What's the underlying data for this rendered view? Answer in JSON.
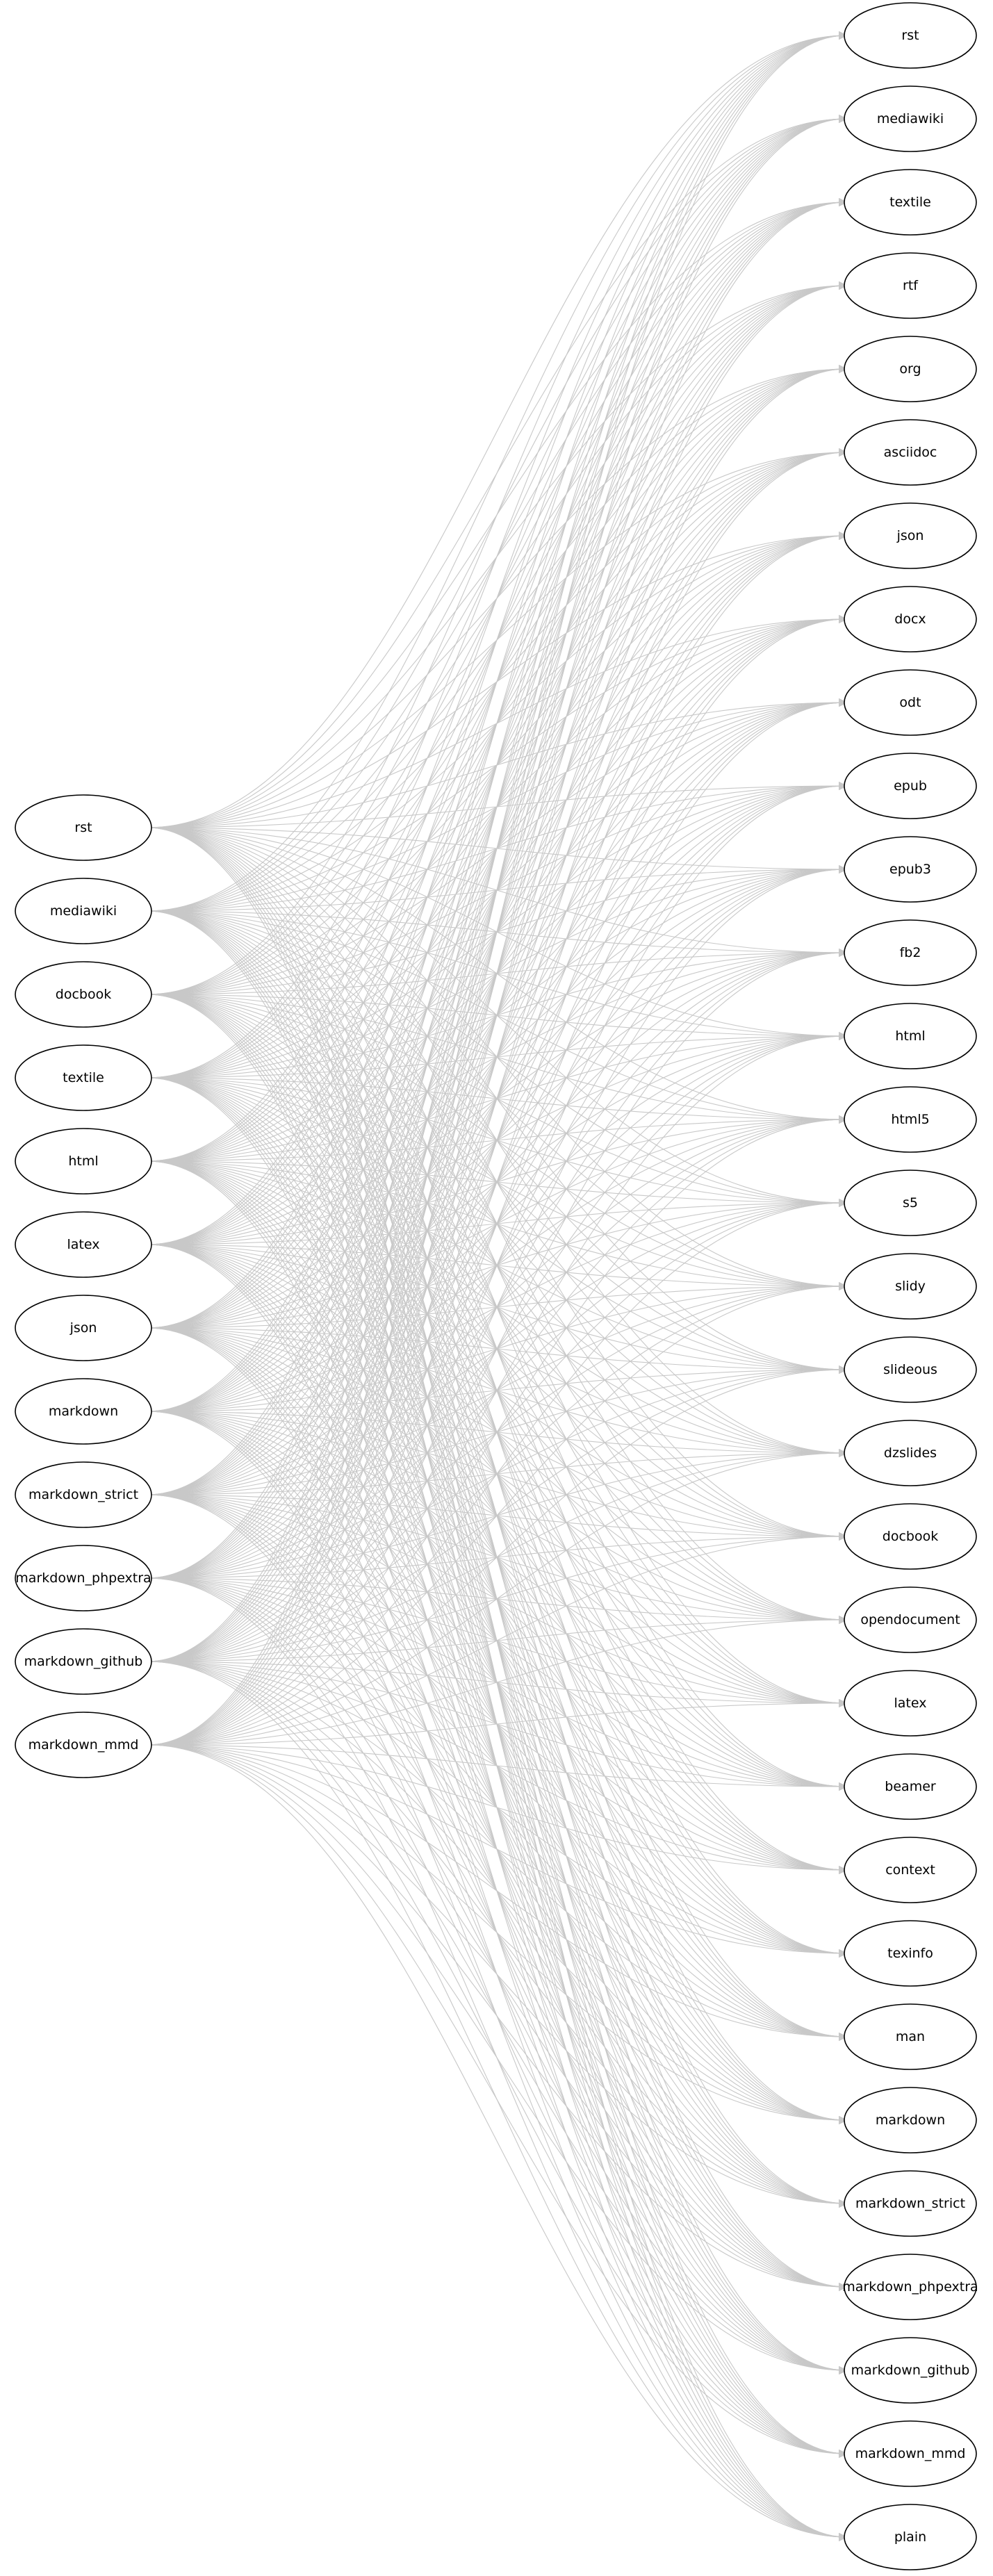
{
  "graph": {
    "edge_color": "#c8c8c8",
    "node_border_color": "#000000",
    "inputs": [
      "rst",
      "mediawiki",
      "docbook",
      "textile",
      "html",
      "latex",
      "json",
      "markdown",
      "markdown_strict",
      "markdown_phpextra",
      "markdown_github",
      "markdown_mmd"
    ],
    "outputs": [
      "rst",
      "mediawiki",
      "textile",
      "rtf",
      "org",
      "asciidoc",
      "json",
      "docx",
      "odt",
      "epub",
      "epub3",
      "fb2",
      "html",
      "html5",
      "s5",
      "slidy",
      "slideous",
      "dzslides",
      "docbook",
      "opendocument",
      "latex",
      "beamer",
      "context",
      "texinfo",
      "man",
      "markdown",
      "markdown_strict",
      "markdown_phpextra",
      "markdown_github",
      "markdown_mmd",
      "plain"
    ]
  }
}
